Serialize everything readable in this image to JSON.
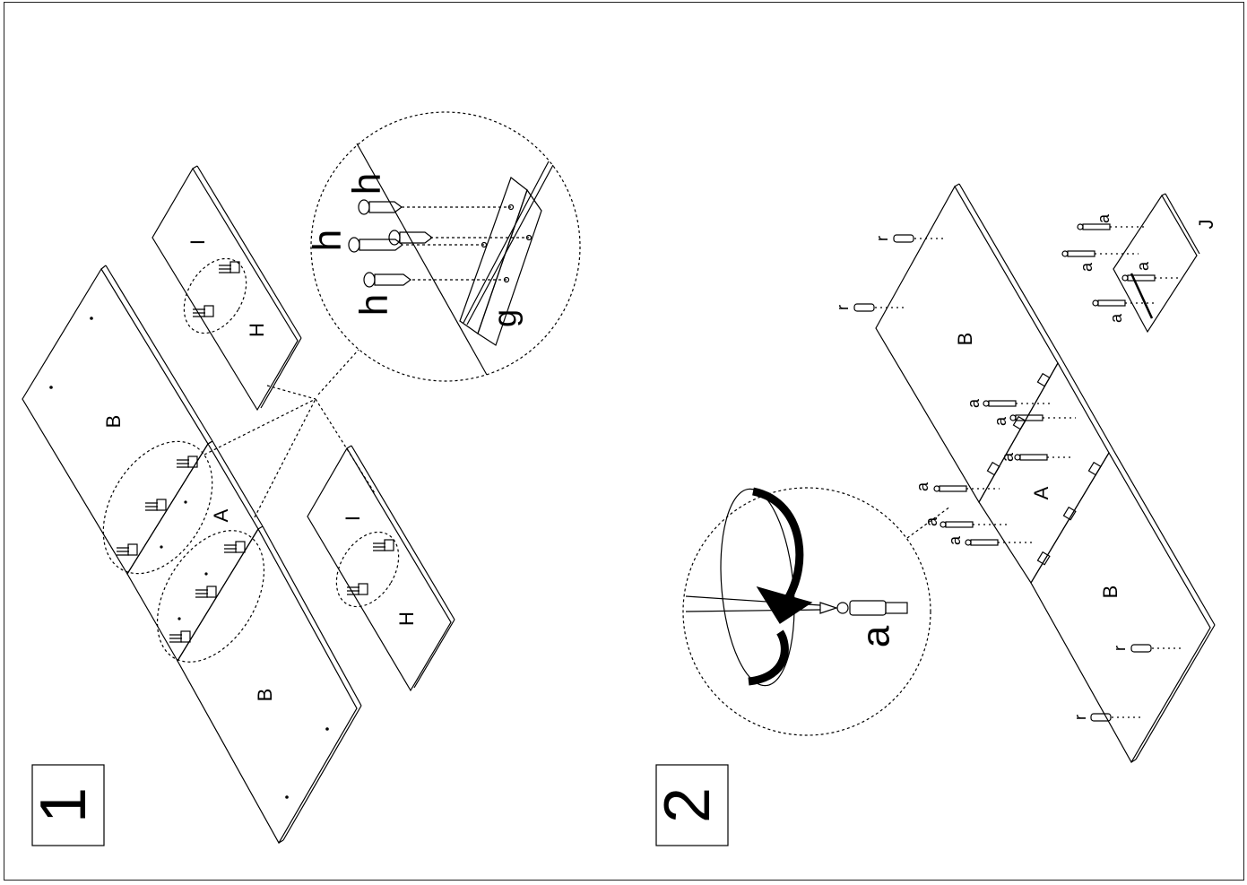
{
  "steps": [
    {
      "number": "1",
      "parts": {
        "left": "B",
        "center": "A",
        "right": "B",
        "top_shelf_I": "I",
        "top_shelf_H": "H",
        "bottom_shelf_I": "I",
        "bottom_shelf_H": "H"
      },
      "detail": {
        "screw_1": "h",
        "screw_2": "h",
        "screw_3": "h",
        "bracket": "g"
      }
    },
    {
      "number": "2",
      "parts": {
        "top": "B",
        "center": "A",
        "bottom": "B",
        "small_panel": "J"
      },
      "detail": {
        "cam_bolt": "a"
      },
      "fittings": {
        "bolt": "a",
        "pin": "r"
      }
    }
  ],
  "colors": {
    "line": "#000000",
    "background": "#ffffff"
  }
}
